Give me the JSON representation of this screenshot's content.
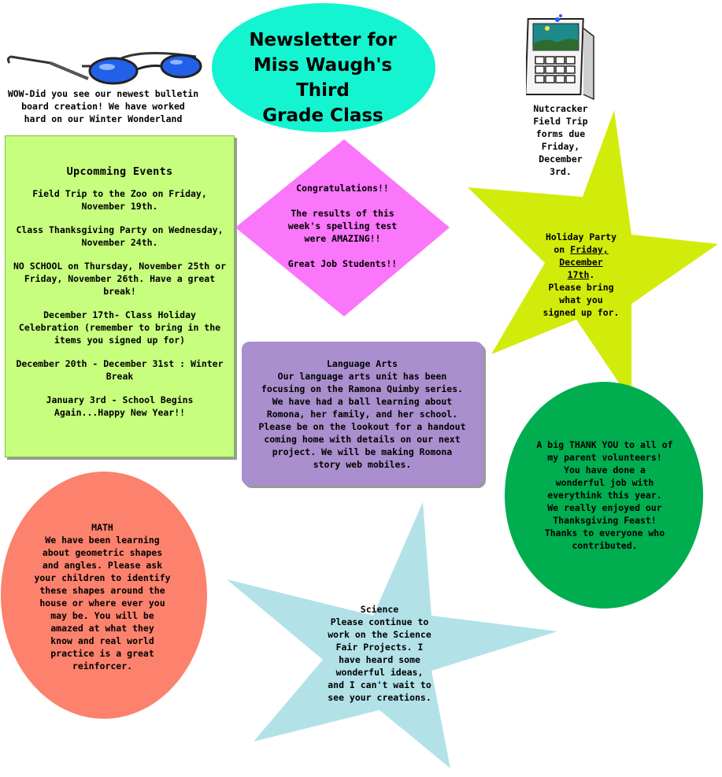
{
  "header": {
    "title": "Newsletter for\nMiss Waugh's Third\nGrade Class"
  },
  "bulletin": {
    "icon": "sunglasses-icon",
    "text": "WOW-Did you see our newest bulletin\nboard creation!  We have worked\nhard on our Winter Wonderland"
  },
  "field_trip": {
    "icon": "calendar-icon",
    "text": "Nutcracker\nField Trip\nforms due\nFriday,\nDecember\n3rd."
  },
  "events": {
    "heading": "Upcomming Events",
    "items": [
      "Field Trip to the Zoo on Friday, November 19th.",
      "Class Thanksgiving Party on Wednesday, November 24th.",
      "NO SCHOOL on Thursday, November 25th or Friday, November 26th. Have a great break!",
      "December 17th- Class Holiday Celebration (remember to bring in the items you signed up for)",
      "December 20th - December 31st : Winter Break",
      "January 3rd - School Begins Again...Happy New Year!!"
    ]
  },
  "congrats": {
    "text": "Congratulations!!\n\nThe results of this\nweek's spelling test\nwere AMAZING!!\n\nGreat Job Students!!"
  },
  "holiday": {
    "line1": "Holiday Party",
    "on": "on ",
    "date": "Friday,\nDecember\n17th",
    "rest": ".\nPlease bring\nwhat you\nsigned up for."
  },
  "language_arts": {
    "text": "Language Arts\nOur language arts unit has been\nfocusing on the Ramona Quimby series.\nWe have had a ball learning about\nRomona, her family, and her school.\nPlease be on the lookout for a handout\ncoming home with details on our next\nproject.  We will be making Romona\nstory web mobiles."
  },
  "thanks": {
    "text": "A big THANK YOU to all of\nmy parent volunteers!\nYou have done a\nwonderful job with\neverythink this year.\nWe really enjoyed our\nThanksgiving Feast!\nThanks to everyone who\ncontributed."
  },
  "math": {
    "text": "MATH\nWe have been learning\nabout geometric shapes\nand angles.  Please ask\nyour children to identify\nthese shapes around the\nhouse or where ever you\nmay be.  You will be\namazed at what they\nknow and real world\npractice is a great\nreinforcer."
  },
  "science": {
    "text": "Science\nPlease continue to\nwork on the Science\nFair Projects.  I\nhave heard some\nwonderful ideas,\nand I can't wait to\nsee your creations."
  },
  "colors": {
    "title_ellipse": "#15f4d0",
    "events_box": "#c7fe7e",
    "congrats_diamond": "#fa76fa",
    "holiday_star": "#d1ec0b",
    "language_arts_box": "#a98fcd",
    "thanks_ellipse": "#00ad4f",
    "math_ellipse": "#fc826d",
    "science_star": "#b2e2e8"
  }
}
